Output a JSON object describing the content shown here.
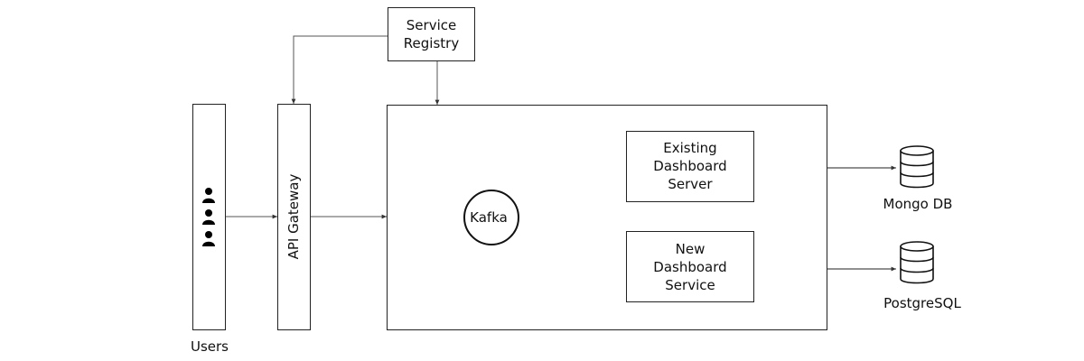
{
  "diagram": {
    "nodes": {
      "service_registry": "Service\nRegistry",
      "api_gateway": "API Gateway",
      "users": "Users",
      "kafka": "Kafka",
      "existing_dashboard": "Existing\nDashboard\nServer",
      "new_dashboard": "New\nDashboard\nService",
      "mongo": "Mongo DB",
      "postgres": "PostgreSQL"
    },
    "icons": {
      "user": "user-icon",
      "database": "database-icon"
    },
    "colors": {
      "line": "#333333",
      "stroke": "#111111",
      "background": "#ffffff"
    }
  }
}
